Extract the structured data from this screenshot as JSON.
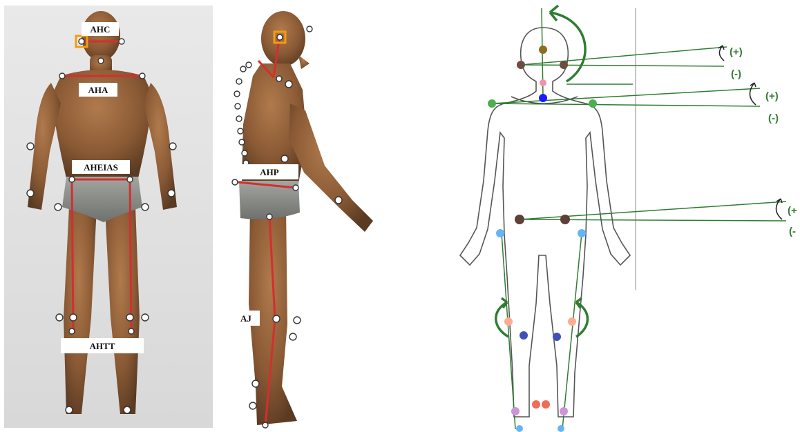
{
  "labels": {
    "ahc": "AHC",
    "aha": "AHA",
    "aheias": "AHEIAS",
    "ahtt": "AHTT",
    "ahp": "AHP",
    "aj": "AJ"
  },
  "signs": {
    "head_plus": "(+)",
    "head_minus": "(-)",
    "shoulder_plus": "(+)",
    "shoulder_minus": "(-)",
    "pelvis_plus": "(+",
    "pelvis_minus": "(-"
  },
  "colors": {
    "alignment_line": "#d32f2f",
    "reference_line": "#2e7d32",
    "skin": "#8a5a35",
    "shorts": "#8c8f8a"
  }
}
